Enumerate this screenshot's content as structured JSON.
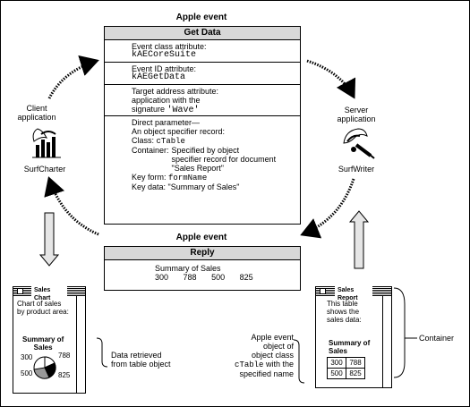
{
  "top_event": {
    "title": "Apple event",
    "header": "Get Data",
    "event_class_label": "Event class attribute:",
    "event_class_value": "kAECoreSuite",
    "event_id_label": "Event ID attribute:",
    "event_id_value": "kAEGetData",
    "target_label_1": "Target address attribute:",
    "target_label_2": "application with the",
    "target_label_3": "signature",
    "target_signature": "'Wave'",
    "direct_param": "Direct parameter—",
    "specifier_record": "An object specifier record:",
    "class_label": "Class:",
    "class_value": "cTable",
    "container_label": "Container:",
    "container_value_1": "Specified by object",
    "container_value_2": "specifier record for document",
    "container_value_3": "\"Sales Report\"",
    "keyform_label": "Key form:",
    "keyform_value": "formName",
    "keydata_label": "Key data:",
    "keydata_value": "\"Summary of Sales\""
  },
  "reply_event": {
    "title": "Apple event",
    "header": "Reply",
    "line1": "Summary of Sales",
    "values": [
      "300",
      "788",
      "500",
      "825"
    ]
  },
  "client": {
    "label_1": "Client",
    "label_2": "application",
    "app_name": "SurfCharter"
  },
  "server": {
    "label_1": "Server",
    "label_2": "application",
    "app_name": "SurfWriter"
  },
  "sales_chart_window": {
    "title": "Sales Chart",
    "text_1": "Chart of sales",
    "text_2": "by product area:",
    "heading_1": "Summary of",
    "heading_2": "Sales",
    "pie_labels": [
      "300",
      "788",
      "500",
      "825"
    ]
  },
  "sales_report_window": {
    "title": "Sales Report",
    "text_1": "This table",
    "text_2": "shows the",
    "text_3": "sales data:",
    "heading_1": "Summary of",
    "heading_2": "Sales",
    "table": [
      [
        "300",
        "788"
      ],
      [
        "500",
        "825"
      ]
    ]
  },
  "annotations": {
    "data_retrieved_1": "Data retrieved",
    "data_retrieved_2": "from table object",
    "apple_event_1": "Apple event",
    "apple_event_2": "object of",
    "apple_event_3": "object class",
    "apple_event_class": "cTable",
    "apple_event_4": "with the",
    "apple_event_5": "specified name",
    "container": "Container"
  }
}
